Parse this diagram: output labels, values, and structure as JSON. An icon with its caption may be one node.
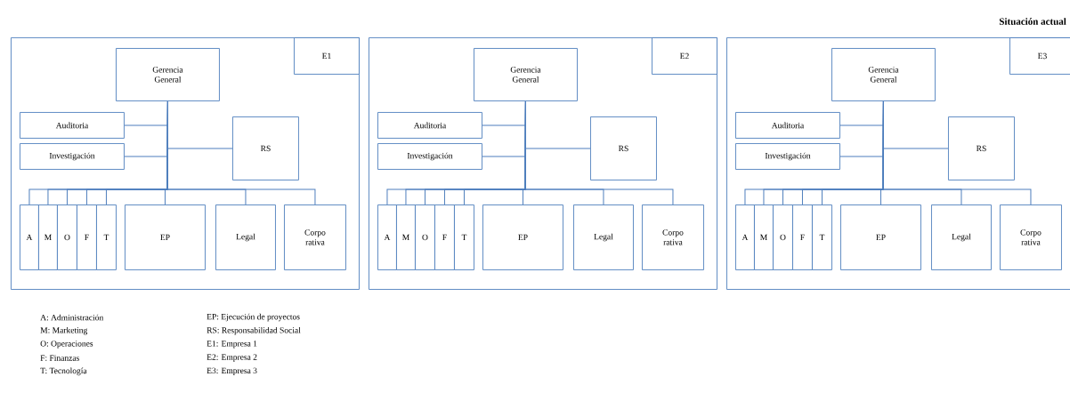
{
  "diagram": {
    "title": "Situación actual",
    "nodes": [
      {
        "text": [],
        "shape": "box"
      },
      {
        "text": [
          "E1"
        ],
        "in": 0
      },
      {
        "text": [
          "Gerencia General"
        ],
        "in": 0
      },
      {
        "text": [
          "Auditoria"
        ],
        "in": 0
      },
      {
        "text": [
          "Investigación"
        ],
        "in": 0
      },
      {
        "text": [
          "RS"
        ],
        "in": 0
      },
      {
        "text": [
          "A"
        ],
        "in": 0
      },
      {
        "text": [
          "M"
        ],
        "in": 0
      },
      {
        "text": [
          "O"
        ],
        "in": 0
      },
      {
        "text": [
          "F"
        ],
        "in": 0
      },
      {
        "text": [
          "T"
        ],
        "in": 0
      },
      {
        "text": [
          "EP"
        ],
        "in": 0
      },
      {
        "text": [
          "Legal"
        ],
        "in": 0
      },
      {
        "text": [
          "Corpo rativa"
        ],
        "in": 0
      },
      {
        "text": [],
        "shape": "box"
      },
      {
        "text": [
          "E2"
        ],
        "in": 14
      },
      {
        "text": [
          "Gerencia General"
        ],
        "in": 14
      },
      {
        "text": [
          "Auditoria"
        ],
        "in": 14
      },
      {
        "text": [
          "Investigación"
        ],
        "in": 14
      },
      {
        "text": [
          "RS"
        ],
        "in": 14
      },
      {
        "text": [
          "A"
        ],
        "in": 14
      },
      {
        "text": [
          "M"
        ],
        "in": 14
      },
      {
        "text": [
          "O"
        ],
        "in": 14
      },
      {
        "text": [
          "F"
        ],
        "in": 14
      },
      {
        "text": [
          "T"
        ],
        "in": 14
      },
      {
        "text": [
          "EP"
        ],
        "in": 14
      },
      {
        "text": [
          "Legal"
        ],
        "in": 14
      },
      {
        "text": [
          "Corpo rativa"
        ],
        "in": 14
      },
      {
        "text": [],
        "shape": "box"
      },
      {
        "text": [
          "E3"
        ],
        "in": 28
      },
      {
        "text": [
          "Gerencia General"
        ],
        "in": 28
      },
      {
        "text": [
          "Auditoria"
        ],
        "in": 28
      },
      {
        "text": [
          "Investigación"
        ],
        "in": 28
      },
      {
        "text": [
          "RS"
        ],
        "in": 28
      },
      {
        "text": [
          "A"
        ],
        "in": 28
      },
      {
        "text": [
          "M"
        ],
        "in": 28
      },
      {
        "text": [
          "O"
        ],
        "in": 28
      },
      {
        "text": [
          "F"
        ],
        "in": 28
      },
      {
        "text": [
          "T"
        ],
        "in": 28
      },
      {
        "text": [
          "EP"
        ],
        "in": 28
      },
      {
        "text": [
          "Legal"
        ],
        "in": 28
      },
      {
        "text": [
          "Corpo rativa"
        ],
        "in": 28
      }
    ],
    "edges": [
      {
        "from": 2,
        "to": 3,
        "arrow": "none"
      },
      {
        "from": 2,
        "to": 4,
        "arrow": "none"
      },
      {
        "from": 2,
        "to": 5,
        "arrow": "none"
      },
      {
        "from": 2,
        "to": 6,
        "arrow": "none"
      },
      {
        "from": 2,
        "to": 7,
        "arrow": "none"
      },
      {
        "from": 2,
        "to": 8,
        "arrow": "none"
      },
      {
        "from": 2,
        "to": 9,
        "arrow": "none"
      },
      {
        "from": 2,
        "to": 10,
        "arrow": "none"
      },
      {
        "from": 2,
        "to": 11,
        "arrow": "none"
      },
      {
        "from": 2,
        "to": 12,
        "arrow": "none"
      },
      {
        "from": 2,
        "to": 13,
        "arrow": "none"
      },
      {
        "from": 16,
        "to": 17,
        "arrow": "none"
      },
      {
        "from": 16,
        "to": 18,
        "arrow": "none"
      },
      {
        "from": 16,
        "to": 19,
        "arrow": "none"
      },
      {
        "from": 16,
        "to": 20,
        "arrow": "none"
      },
      {
        "from": 16,
        "to": 21,
        "arrow": "none"
      },
      {
        "from": 16,
        "to": 22,
        "arrow": "none"
      },
      {
        "from": 16,
        "to": 23,
        "arrow": "none"
      },
      {
        "from": 16,
        "to": 24,
        "arrow": "none"
      },
      {
        "from": 16,
        "to": 25,
        "arrow": "none"
      },
      {
        "from": 16,
        "to": 26,
        "arrow": "none"
      },
      {
        "from": 16,
        "to": 27,
        "arrow": "none"
      },
      {
        "from": 30,
        "to": 31,
        "arrow": "none"
      },
      {
        "from": 30,
        "to": 32,
        "arrow": "none"
      },
      {
        "from": 30,
        "to": 33,
        "arrow": "none"
      },
      {
        "from": 30,
        "to": 34,
        "arrow": "none"
      },
      {
        "from": 30,
        "to": 35,
        "arrow": "none"
      },
      {
        "from": 30,
        "to": 36,
        "arrow": "none"
      },
      {
        "from": 30,
        "to": 37,
        "arrow": "none"
      },
      {
        "from": 30,
        "to": 38,
        "arrow": "none"
      },
      {
        "from": 30,
        "to": 39,
        "arrow": "none"
      },
      {
        "from": 30,
        "to": 40,
        "arrow": "none"
      },
      {
        "from": 30,
        "to": 41,
        "arrow": "none"
      }
    ],
    "labels": [
      "A: Administración",
      "EP: Ejecución de proyectos",
      "M: Marketing",
      "RS: Responsabilidad Social",
      "O: Operaciones",
      "E1: Empresa 1",
      "F: Finanzas",
      "E2: Empresa 2",
      "T: Tecnología",
      "E3: Empresa 3"
    ]
  }
}
